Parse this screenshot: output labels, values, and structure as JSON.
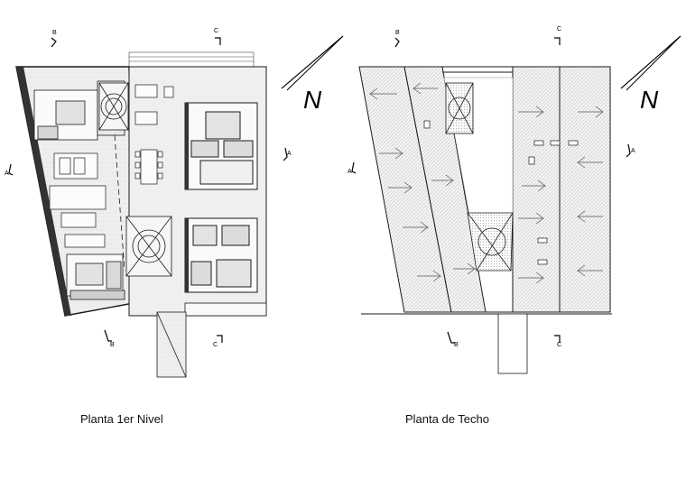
{
  "drawings": [
    {
      "title": "Planta 1er Nivel",
      "north_label": "N",
      "section_marks": {
        "a_left": "A",
        "a_right": "A",
        "b_top": "B",
        "b_bottom": "B",
        "c_top": "C",
        "c_bottom": "C"
      }
    },
    {
      "title": "Planta de Techo",
      "north_label": "N",
      "section_marks": {
        "a_left": "A",
        "a_right": "A",
        "b_top": "B",
        "b_bottom": "B",
        "c_top": "C",
        "c_bottom": "C"
      }
    }
  ],
  "palette": {
    "line": "#1a1a1a",
    "fill": "#ececec",
    "hatch": "#bdbdbd",
    "dark": "#333333"
  }
}
